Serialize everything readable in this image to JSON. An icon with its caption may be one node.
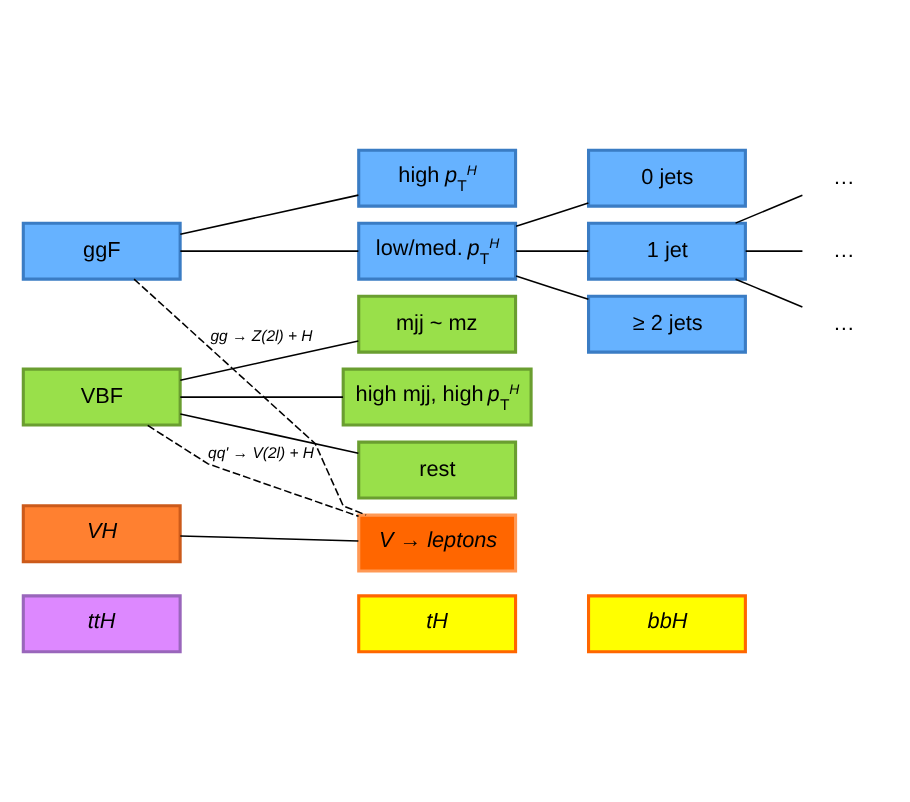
{
  "diagram": {
    "nodes": [
      {
        "text": [
          "ggF"
        ]
      },
      {
        "text": [
          "high *p*$_{T}$$^{H}$"
        ]
      },
      {
        "text": [
          "low/med. *p*$_{T}$$^{H}$"
        ]
      },
      {
        "text": [
          "0 jets"
        ]
      },
      {
        "text": [
          "1 jet"
        ]
      },
      {
        "text": [
          "≥ 2 jets"
        ]
      },
      {
        "text": [
          "…"
        ]
      },
      {
        "text": [
          "…"
        ]
      },
      {
        "text": [
          "…"
        ]
      },
      {
        "text": [
          "VBF"
        ]
      },
      {
        "text": [
          "mjj ~ mz"
        ]
      },
      {
        "text": [
          "high mjj, high *p*$_{T}$$^{H}$"
        ]
      },
      {
        "text": [
          "rest"
        ]
      },
      {
        "text": [
          "VH"
        ]
      },
      {
        "text": [
          "V → leptons"
        ]
      },
      {
        "text": [
          "ttH"
        ]
      },
      {
        "text": [
          "tH"
        ]
      },
      {
        "text": [
          "bbH"
        ]
      }
    ],
    "edges": [
      {
        "from": 0,
        "to": 1,
        "arrow": "none"
      },
      {
        "from": 0,
        "to": 2,
        "arrow": "none"
      },
      {
        "from": 2,
        "to": 3,
        "arrow": "none"
      },
      {
        "from": 2,
        "to": 4,
        "arrow": "none"
      },
      {
        "from": 2,
        "to": 5,
        "arrow": "none"
      },
      {
        "from": 4,
        "to": 6,
        "arrow": "none"
      },
      {
        "from": 4,
        "to": 7,
        "arrow": "none"
      },
      {
        "from": 4,
        "to": 8,
        "arrow": "none"
      },
      {
        "from": 9,
        "to": 10,
        "arrow": "none"
      },
      {
        "from": 9,
        "to": 11,
        "arrow": "none"
      },
      {
        "from": 9,
        "to": 12,
        "arrow": "none"
      },
      {
        "from": 13,
        "to": 14,
        "arrow": "none"
      },
      {
        "from": 0,
        "to": 14,
        "arrow": "none",
        "style": "dashed",
        "label": "gg → Z(2l) + H"
      },
      {
        "from": 9,
        "to": 14,
        "arrow": "none",
        "style": "dashed",
        "label": "qq' → V(2l) + H"
      }
    ]
  }
}
